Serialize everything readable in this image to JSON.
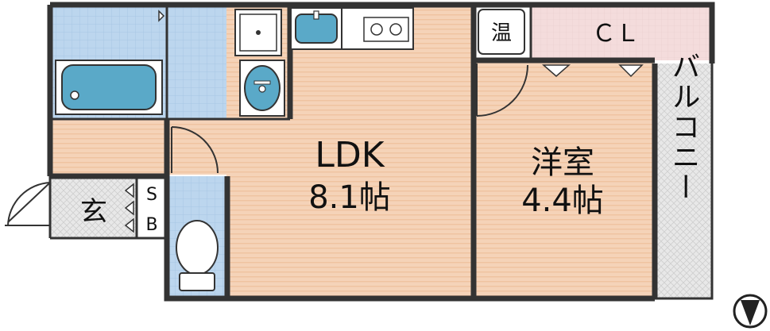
{
  "rooms": {
    "ldk": {
      "name": "LDK",
      "size": "8.1帖"
    },
    "western": {
      "name": "洋室",
      "size": "4.4帖"
    },
    "closet": {
      "name": "ＣＬ"
    },
    "water_heater": {
      "name": "温"
    },
    "entrance": {
      "name": "玄"
    },
    "shoe_box": {
      "line1": "S",
      "line2": "B"
    },
    "balcony": {
      "name": "バルコニー"
    }
  },
  "colors": {
    "floor_wood": "#f5d3b8",
    "floor_stripe": "#f0c6a4",
    "wet_tile": "#bcd6ee",
    "fixture_blue": "#5aa9c8",
    "closet_pink": "#f4dcdc",
    "balcony_gray": "#e6e6e6",
    "wall": "#333333"
  },
  "icons": [
    "bathtub-icon",
    "washbasin-icon",
    "washing-machine-pan-icon",
    "kitchen-sink-icon",
    "stove-icon",
    "toilet-icon",
    "door-swing-icon",
    "compass-north-icon"
  ]
}
